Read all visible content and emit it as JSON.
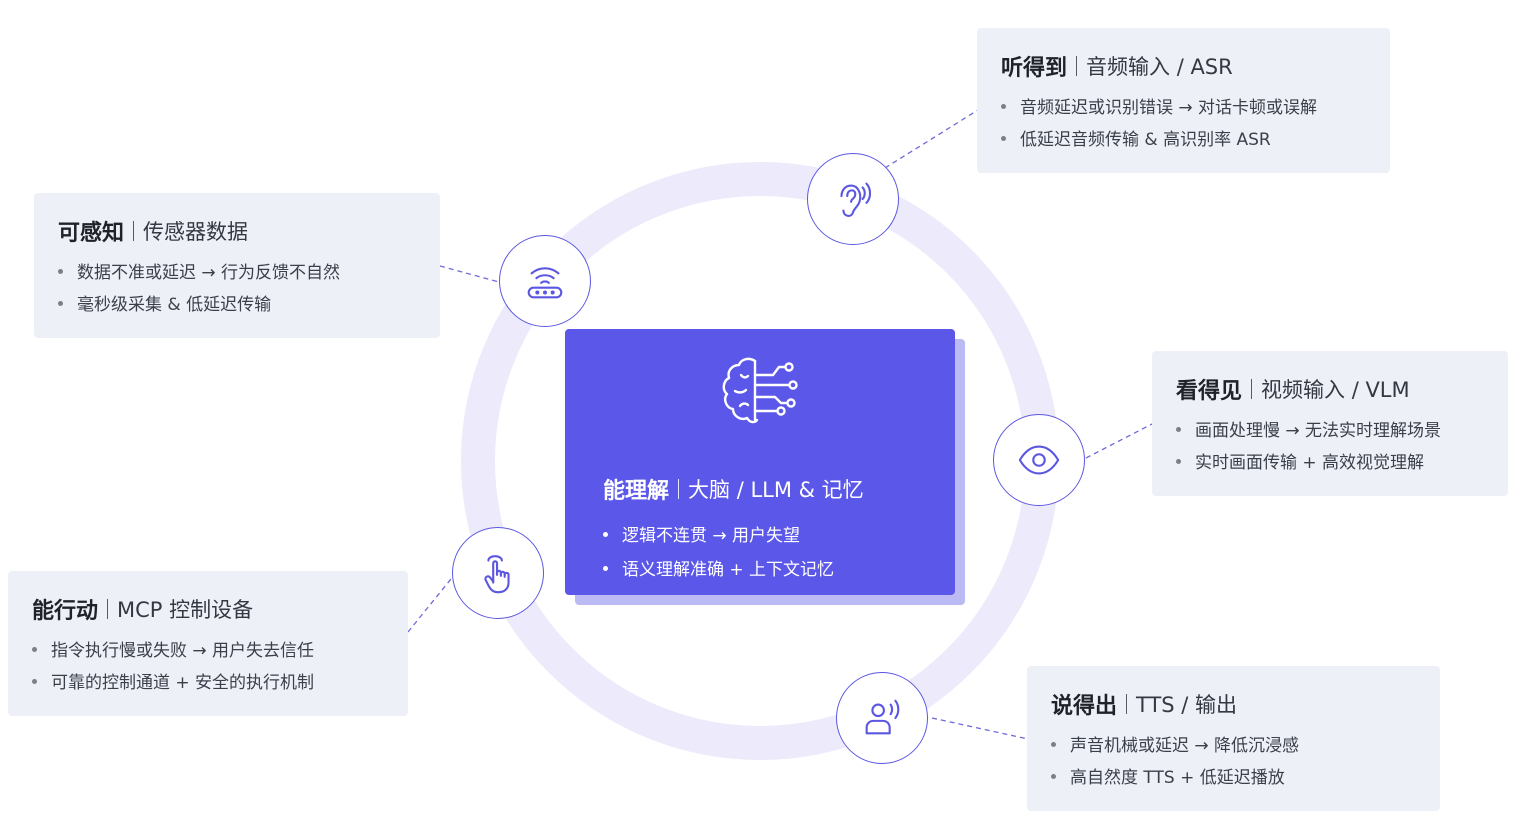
{
  "center": {
    "title": "能理解",
    "subtitle": "大脑 / LLM & 记忆",
    "items": [
      "逻辑不连贯 → 用户失望",
      "语义理解准确 + 上下文记忆"
    ],
    "icon": "brain-circuit-icon"
  },
  "cards": {
    "hear": {
      "title": "听得到",
      "subtitle": "音频输入 / ASR",
      "items": [
        "音频延迟或识别错误 → 对话卡顿或误解",
        "低延迟音频传输 & 高识别率 ASR"
      ],
      "icon": "ear-icon"
    },
    "sense": {
      "title": "可感知",
      "subtitle": "传感器数据",
      "items": [
        "数据不准或延迟 → 行为反馈不自然",
        "毫秒级采集 & 低延迟传输"
      ],
      "icon": "sensor-icon"
    },
    "see": {
      "title": "看得见",
      "subtitle": "视频输入 / VLM",
      "items": [
        "画面处理慢 → 无法实时理解场景",
        "实时画面传输 + 高效视觉理解"
      ],
      "icon": "eye-icon"
    },
    "act": {
      "title": "能行动",
      "subtitle": "MCP 控制设备",
      "items": [
        "指令执行慢或失败 → 用户失去信任",
        "可靠的控制通道 + 安全的执行机制"
      ],
      "icon": "tap-hand-icon"
    },
    "speak": {
      "title": "说得出",
      "subtitle": "TTS / 输出",
      "items": [
        "声音机械或延迟 → 降低沉浸感",
        "高自然度 TTS + 低延迟播放"
      ],
      "icon": "speaking-person-icon"
    }
  },
  "colors": {
    "accent": "#5b57e8",
    "ring": "#eceafb",
    "card_bg": "#eef0f7",
    "connector": "#6e6ad8"
  }
}
